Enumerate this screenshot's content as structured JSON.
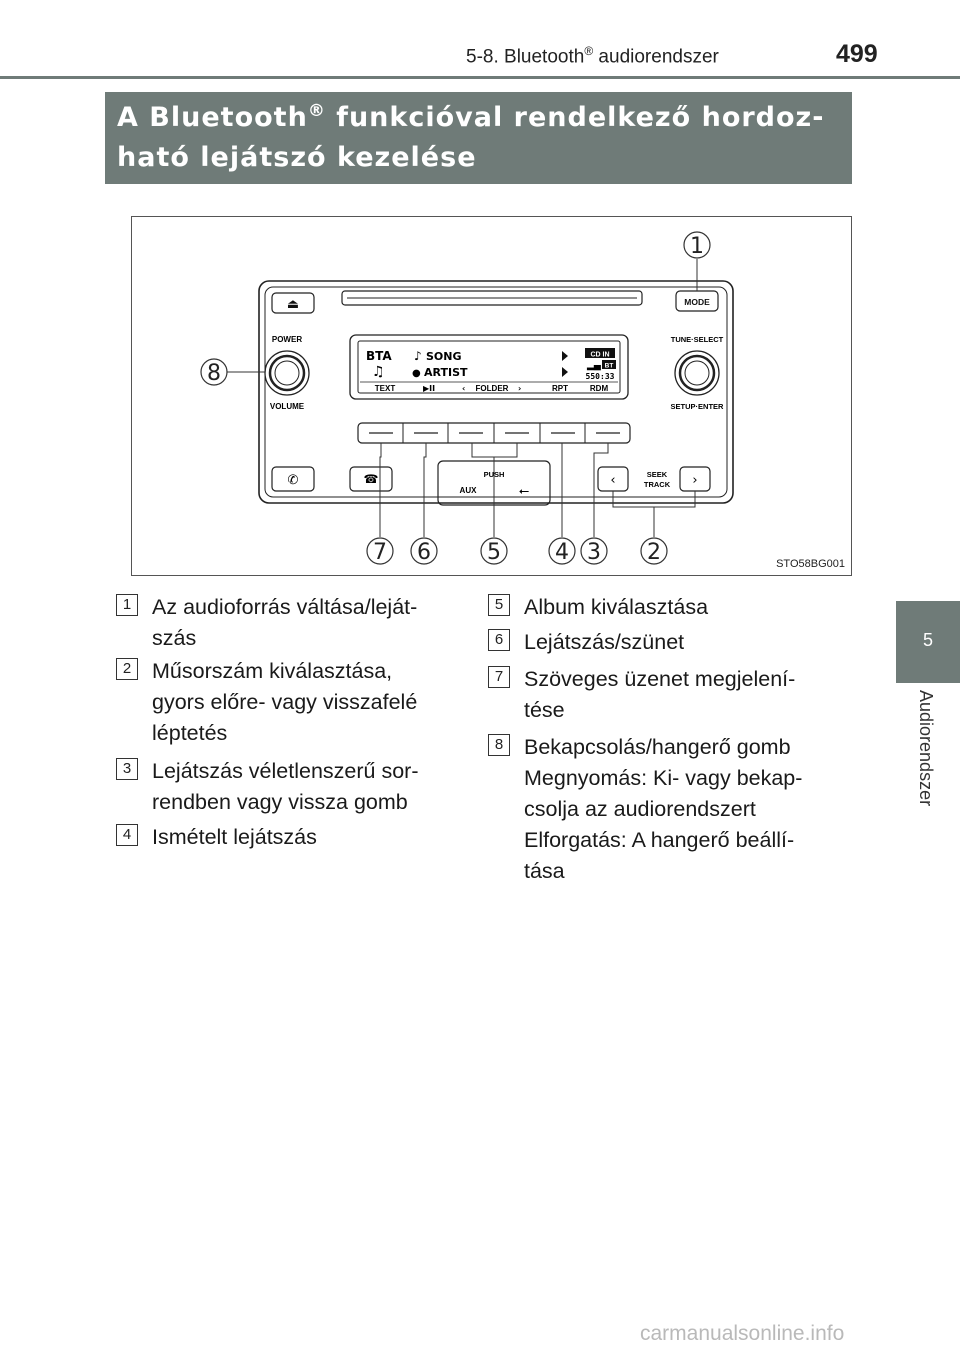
{
  "header": {
    "section_prefix": "5-8. Bluetooth",
    "section_sup": "®",
    "section_suffix": " audiorendszer",
    "page_number": "499"
  },
  "side_tab": {
    "number": "5",
    "label": "Audiorendszer"
  },
  "banner": {
    "title_part1": "A Bluetooth",
    "title_sup": "®",
    "title_part2": " funkcióval rendelkező hordoz-",
    "title_line2": "ható lejátszó kezelése"
  },
  "figure": {
    "code": "STO58BG001",
    "labels": {
      "eject": "⏏",
      "mode": "MODE",
      "power": "POWER",
      "volume": "VOLUME",
      "tune_select": "TUNE·SELECT",
      "setup_enter": "SETUP·ENTER",
      "display_source": "BTA",
      "display_song": "SONG",
      "display_artist": "ARTIST",
      "display_cd_in": "CD IN",
      "display_bt": "BT",
      "display_time": "550:33",
      "softkeys": [
        "TEXT",
        "▶II",
        "FOLDER",
        "RPT",
        "RDM"
      ],
      "push": "PUSH",
      "aux": "AUX",
      "seek": "SEEK",
      "track": "TRACK"
    },
    "callouts": [
      "1",
      "2",
      "3",
      "4",
      "5",
      "6",
      "7",
      "8"
    ]
  },
  "legend": [
    {
      "num": "1",
      "text": "Az audioforrás váltása/leját-\nszás"
    },
    {
      "num": "2",
      "text": "Műsorszám kiválasztása,\ngyors előre- vagy visszafelé\nléptetés"
    },
    {
      "num": "3",
      "text": "Lejátszás véletlenszerű sor-\nrendben vagy vissza gomb"
    },
    {
      "num": "4",
      "text": "Ismételt lejátszás"
    },
    {
      "num": "5",
      "text": "Album kiválasztása"
    },
    {
      "num": "6",
      "text": "Lejátszás/szünet"
    },
    {
      "num": "7",
      "text": "Szöveges üzenet megjelení-\ntése"
    },
    {
      "num": "8",
      "text": "Bekapcsolás/hangerő gomb\nMegnyomás: Ki- vagy bekap-\ncsolja az audiorendszert\nElforgatás: A hangerő beállí-\ntása"
    }
  ],
  "watermark": "carmanualsonline.info"
}
